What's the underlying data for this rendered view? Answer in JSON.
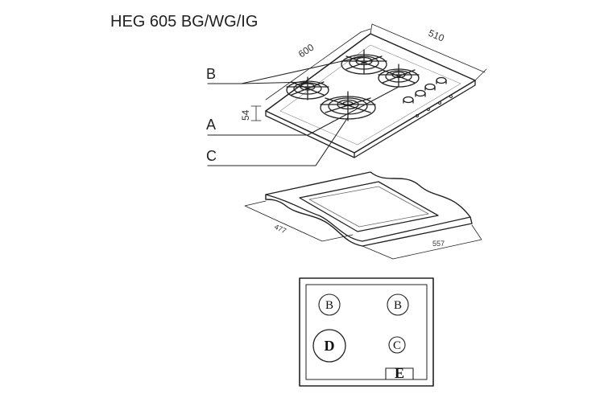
{
  "title": "HEG 605 BG/WG/IG",
  "hob_dimensions": {
    "width": "600",
    "depth": "510",
    "height": "54"
  },
  "cutout_dimensions": {
    "depth": "477",
    "width": "557"
  },
  "burner_labels": {
    "top": "B",
    "middle": "A",
    "bottom": "C"
  },
  "layout_labels": {
    "top_left": "B",
    "top_right": "B",
    "bottom_left": "D",
    "bottom_right": "C",
    "control": "E"
  }
}
